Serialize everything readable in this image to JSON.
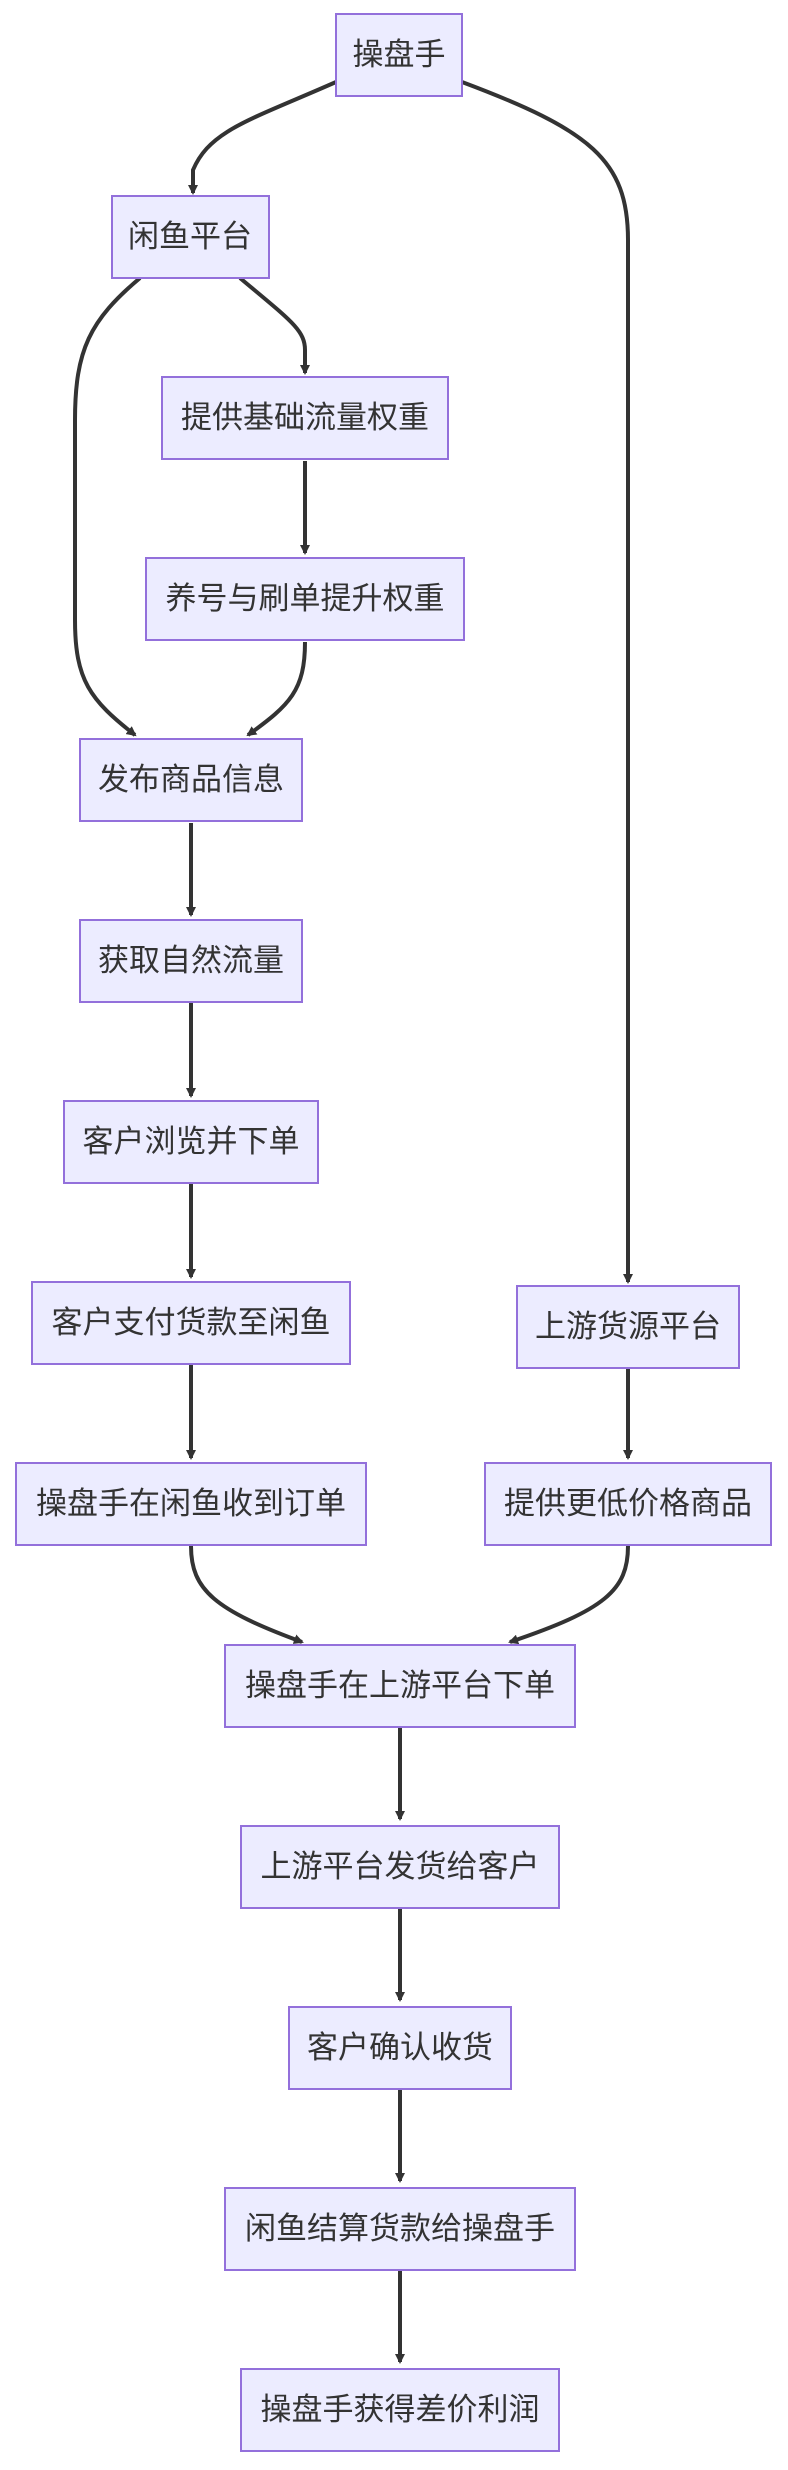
{
  "colors": {
    "node_fill": "#ECECFF",
    "node_stroke": "#9370DB",
    "edge": "#333333",
    "text": "#333333"
  },
  "nodes": {
    "operator": "操盘手",
    "xianyu_platform": "闲鱼平台",
    "base_traffic": "提供基础流量权重",
    "account_boost": "养号与刷单提升权重",
    "publish_goods": "发布商品信息",
    "natural_traffic": "获取自然流量",
    "customer_browse": "客户浏览并下单",
    "customer_pay": "客户支付货款至闲鱼",
    "operator_receive_order": "操盘手在闲鱼收到订单",
    "upstream_source": "上游货源平台",
    "lower_price_goods": "提供更低价格商品",
    "operator_upstream_order": "操盘手在上游平台下单",
    "upstream_ship": "上游平台发货给客户",
    "customer_confirm": "客户确认收货",
    "xianyu_settle": "闲鱼结算货款给操盘手",
    "operator_profit": "操盘手获得差价利润"
  },
  "edges": [
    [
      "operator",
      "xianyu_platform"
    ],
    [
      "operator",
      "upstream_source"
    ],
    [
      "xianyu_platform",
      "publish_goods"
    ],
    [
      "xianyu_platform",
      "base_traffic"
    ],
    [
      "base_traffic",
      "account_boost"
    ],
    [
      "account_boost",
      "publish_goods"
    ],
    [
      "publish_goods",
      "natural_traffic"
    ],
    [
      "natural_traffic",
      "customer_browse"
    ],
    [
      "customer_browse",
      "customer_pay"
    ],
    [
      "customer_pay",
      "operator_receive_order"
    ],
    [
      "upstream_source",
      "lower_price_goods"
    ],
    [
      "operator_receive_order",
      "operator_upstream_order"
    ],
    [
      "lower_price_goods",
      "operator_upstream_order"
    ],
    [
      "operator_upstream_order",
      "upstream_ship"
    ],
    [
      "upstream_ship",
      "customer_confirm"
    ],
    [
      "customer_confirm",
      "xianyu_settle"
    ],
    [
      "xianyu_settle",
      "operator_profit"
    ]
  ]
}
